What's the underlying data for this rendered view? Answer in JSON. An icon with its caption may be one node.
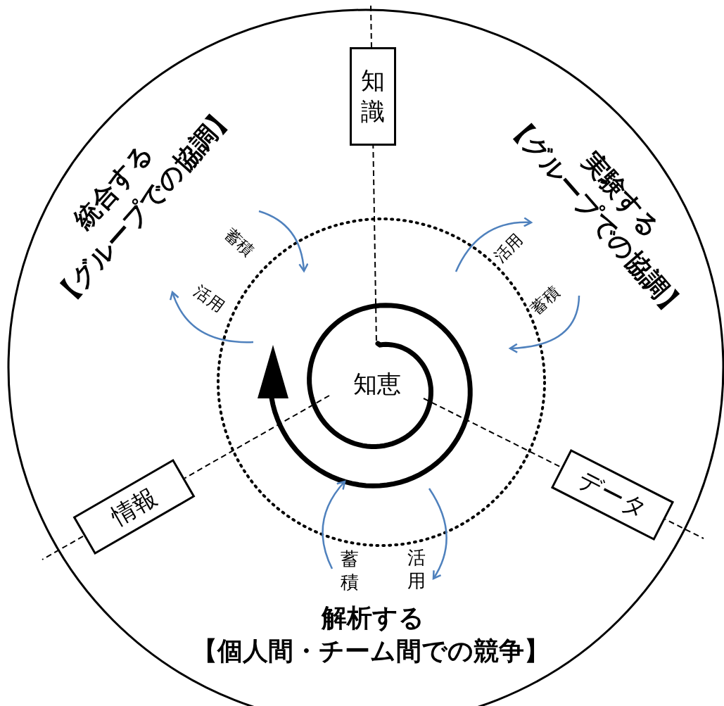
{
  "diagram": {
    "nodes": [
      {
        "text": [
          "知識"
        ]
      },
      {
        "text": [
          "データ"
        ]
      },
      {
        "text": [
          "情報"
        ]
      }
    ],
    "labels": [
      "統合する",
      "【グループでの協調】",
      "実験する",
      "【グループでの協調】",
      "蓄積",
      "活用",
      "活用",
      "蓄積",
      "知恵",
      "蓄積",
      "活用",
      "解析する",
      "【個人間・チーム間での競争】"
    ]
  }
}
